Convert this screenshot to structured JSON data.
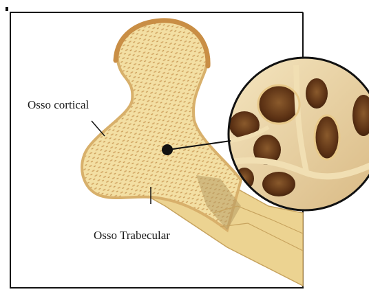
{
  "labels": {
    "cortical": "Osso cortical",
    "trabecular": "Osso Trabecular"
  },
  "colors": {
    "bone_fill": "#f3dfa3",
    "cortex_edge": "#c98e45",
    "spongy_dots": "#d4a866",
    "marrow": "#6b3c1a",
    "frame": "#111111",
    "leader": "#111111"
  },
  "icons": {
    "magnifier": "circle-magnified-view",
    "pointer": "filled-dot-marker"
  }
}
